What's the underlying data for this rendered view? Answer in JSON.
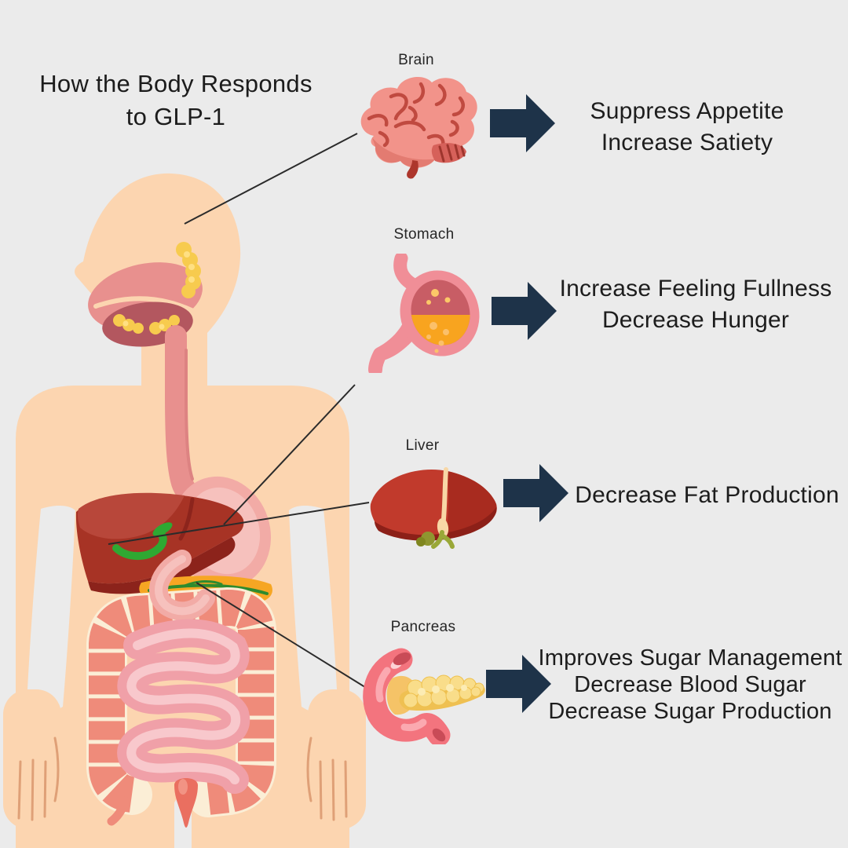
{
  "title": {
    "line1": "How the Body Responds",
    "line2": "to GLP-1"
  },
  "rows": [
    {
      "label": "Brain",
      "effects": [
        "Suppress Appetite",
        "Increase Satiety"
      ]
    },
    {
      "label": "Stomach",
      "effects": [
        "Increase Feeling Fullness",
        "Decrease Hunger"
      ]
    },
    {
      "label": "Liver",
      "effects": [
        "Decrease Fat Production"
      ]
    },
    {
      "label": "Pancreas",
      "effects": [
        "Improves Sugar Management",
        "Decrease Blood Sugar",
        "Decrease Sugar Production"
      ]
    }
  ],
  "colors": {
    "background": "#ebebeb",
    "arrow": "#1e3349",
    "text": "#1d1d1d",
    "connector_line": "#2b2b2b",
    "skin": "#fcd5b0"
  }
}
